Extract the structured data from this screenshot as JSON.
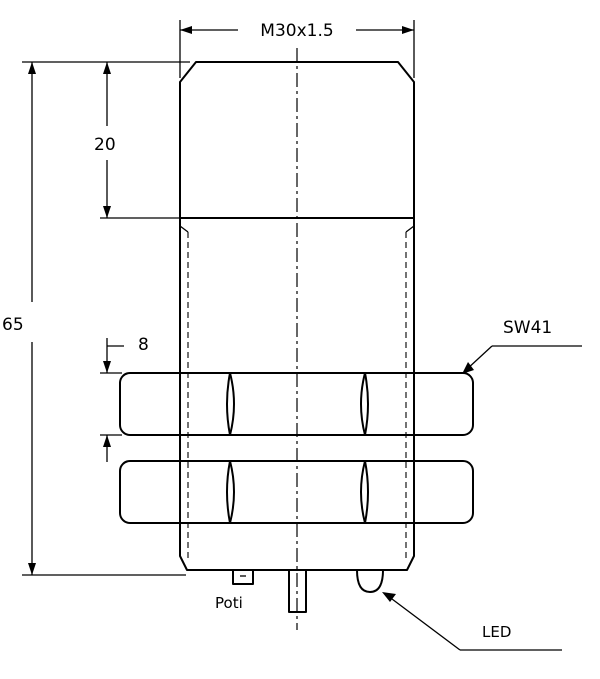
{
  "diagram": {
    "labels": {
      "thread": "M30x1.5",
      "length_total": "65",
      "length_head": "20",
      "nut_thickness": "8",
      "wrench_size": "SW41",
      "potentiometer": "Poti",
      "led": "LED"
    },
    "colors": {
      "line": "#000000",
      "background": "#ffffff"
    }
  }
}
